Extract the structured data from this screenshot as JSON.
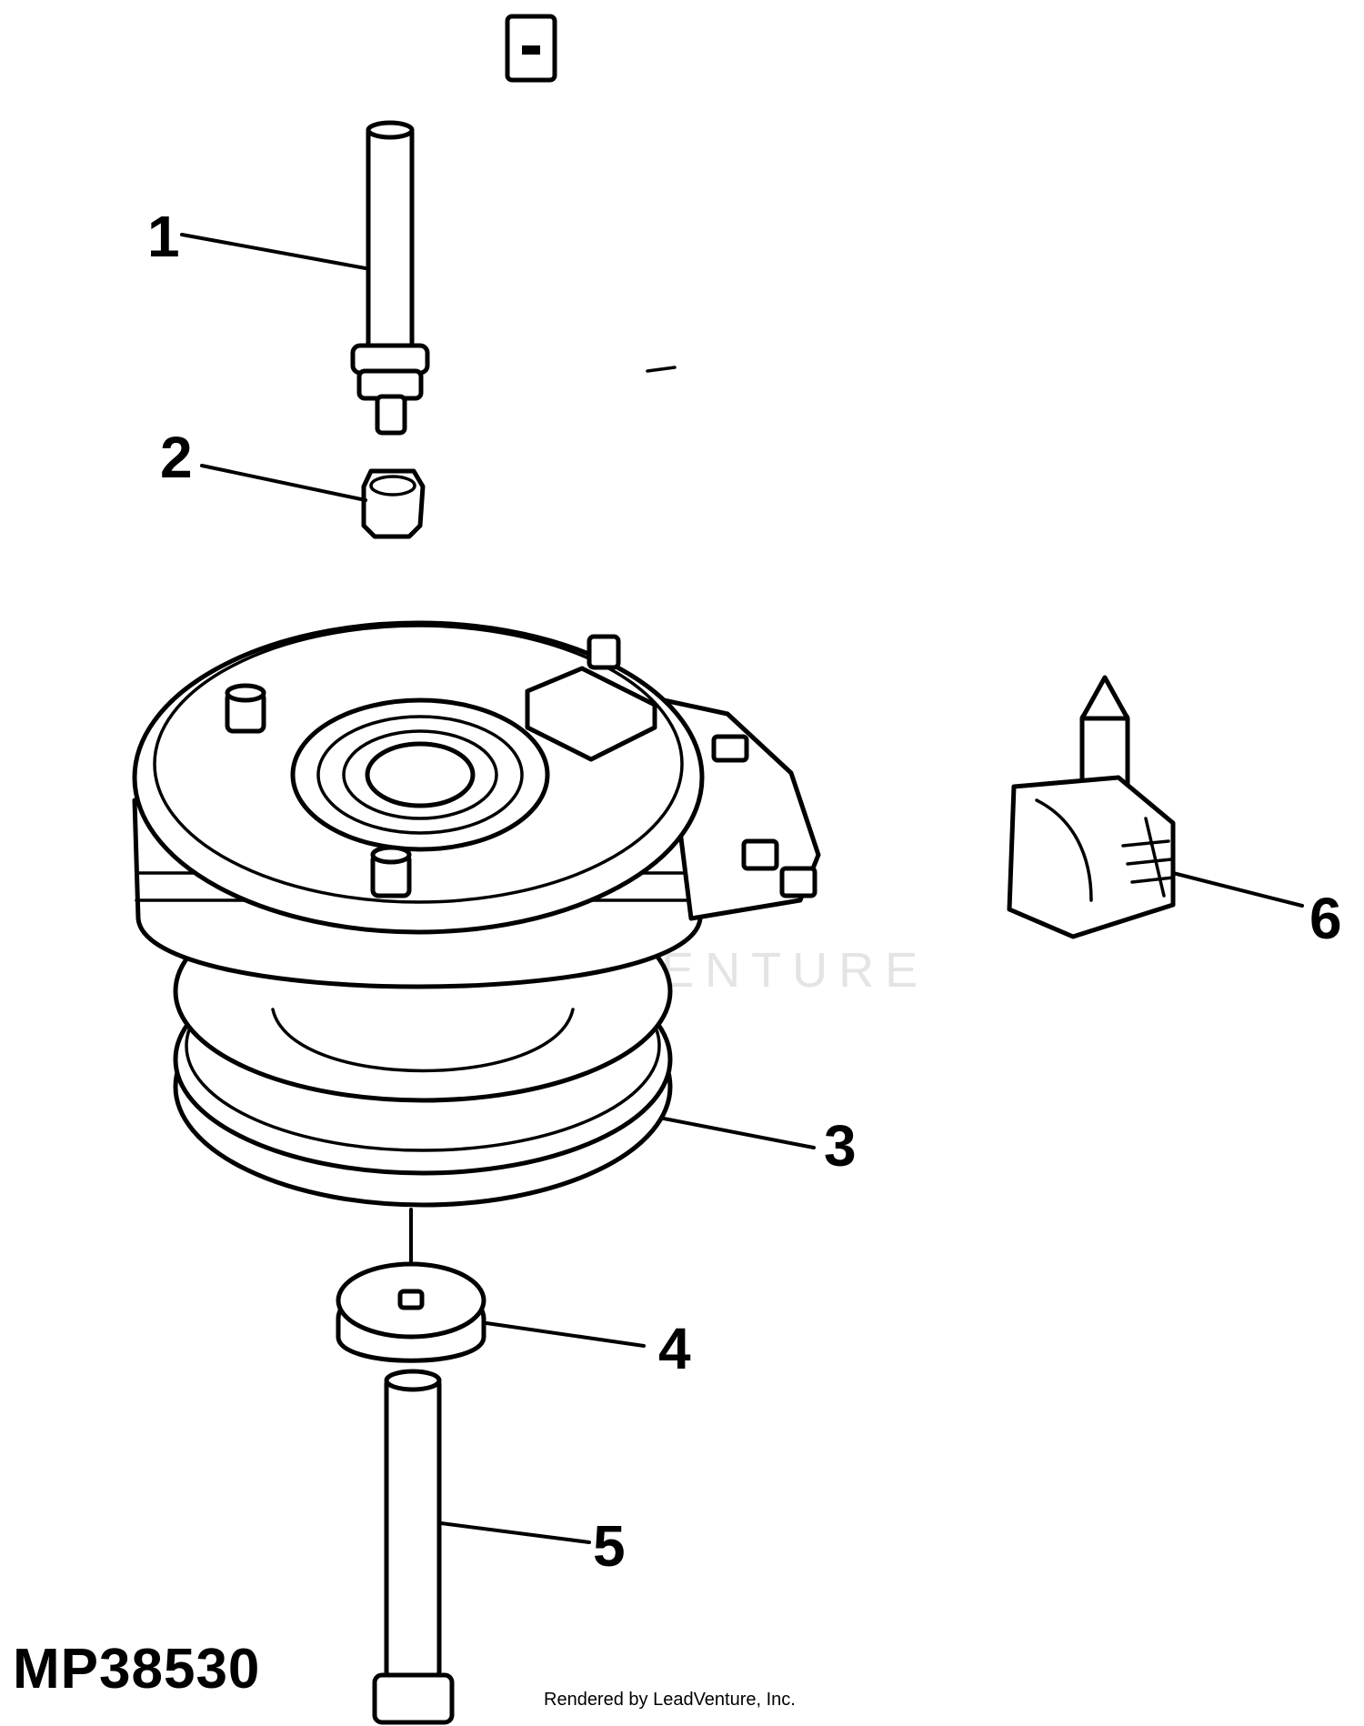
{
  "figure_id": "MP38530",
  "credit": "Rendered by LeadVenture, Inc.",
  "watermark": "LEADVENTURE",
  "callouts": [
    {
      "number": "1"
    },
    {
      "number": "2"
    },
    {
      "number": "3"
    },
    {
      "number": "4"
    },
    {
      "number": "5"
    },
    {
      "number": "6"
    }
  ]
}
